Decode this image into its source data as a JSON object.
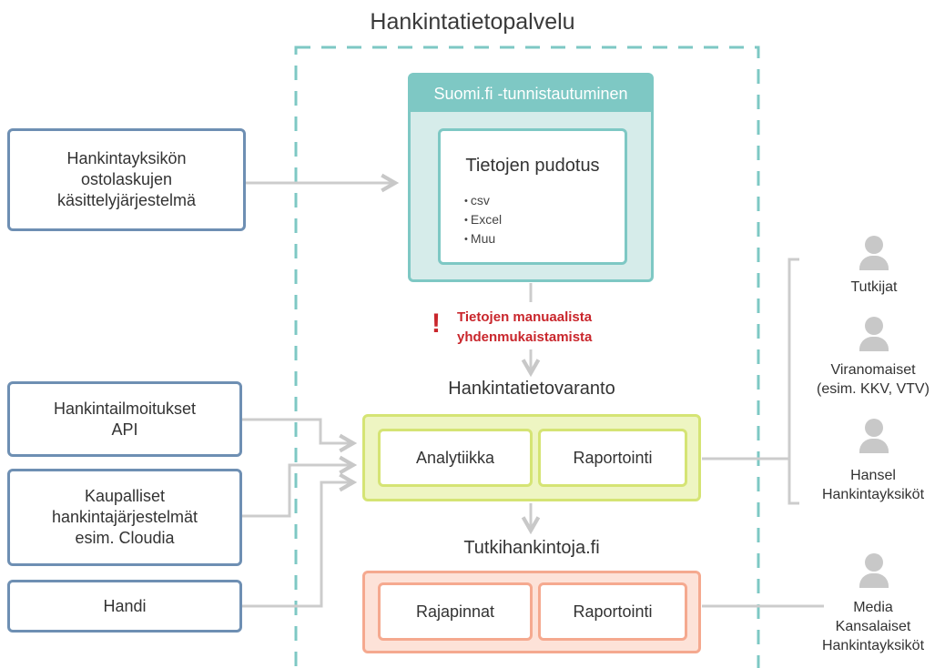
{
  "title": "Hankintatietopalvelu",
  "sources": {
    "ostolasku": [
      "Hankintayksikön",
      "ostolaskujen",
      "käsittelyjärjestelmä"
    ],
    "ilmoitukset": [
      "Hankintailmoitukset",
      "API"
    ],
    "kaupalliset": [
      "Kaupalliset",
      "hankintajärjestelmät",
      "esim. Cloudia"
    ],
    "handi": "Handi"
  },
  "suomi": {
    "header": "Suomi.fi -tunnistautuminen",
    "inner_title": "Tietojen pudotus",
    "items": [
      "csv",
      "Excel",
      "Muu"
    ]
  },
  "warning": {
    "mark": "!",
    "lines": [
      "Tietojen manuaalista",
      "yhdenmukaistamista"
    ]
  },
  "varanto": {
    "heading": "Hankintatietovaranto",
    "left": "Analytiikka",
    "right": "Raportointi"
  },
  "tutki": {
    "heading": "Tutkihankintoja.fi",
    "left": "Rajapinnat",
    "right": "Raportointi"
  },
  "users": {
    "tutkijat": [
      "Tutkijat"
    ],
    "viranomaiset": [
      "Viranomaiset",
      "(esim. KKV, VTV)"
    ],
    "hansel": [
      "Hansel",
      "Hankintayksiköt"
    ],
    "media": [
      "Media",
      "Kansalaiset",
      "Hankintayksiköt"
    ]
  },
  "colors": {
    "teal": "#7ec8c4",
    "source_border": "#6e8fb3",
    "lime": "#d5e474",
    "salmon": "#f5a98f",
    "warning": "#c9262c",
    "connector": "#cccccc"
  }
}
